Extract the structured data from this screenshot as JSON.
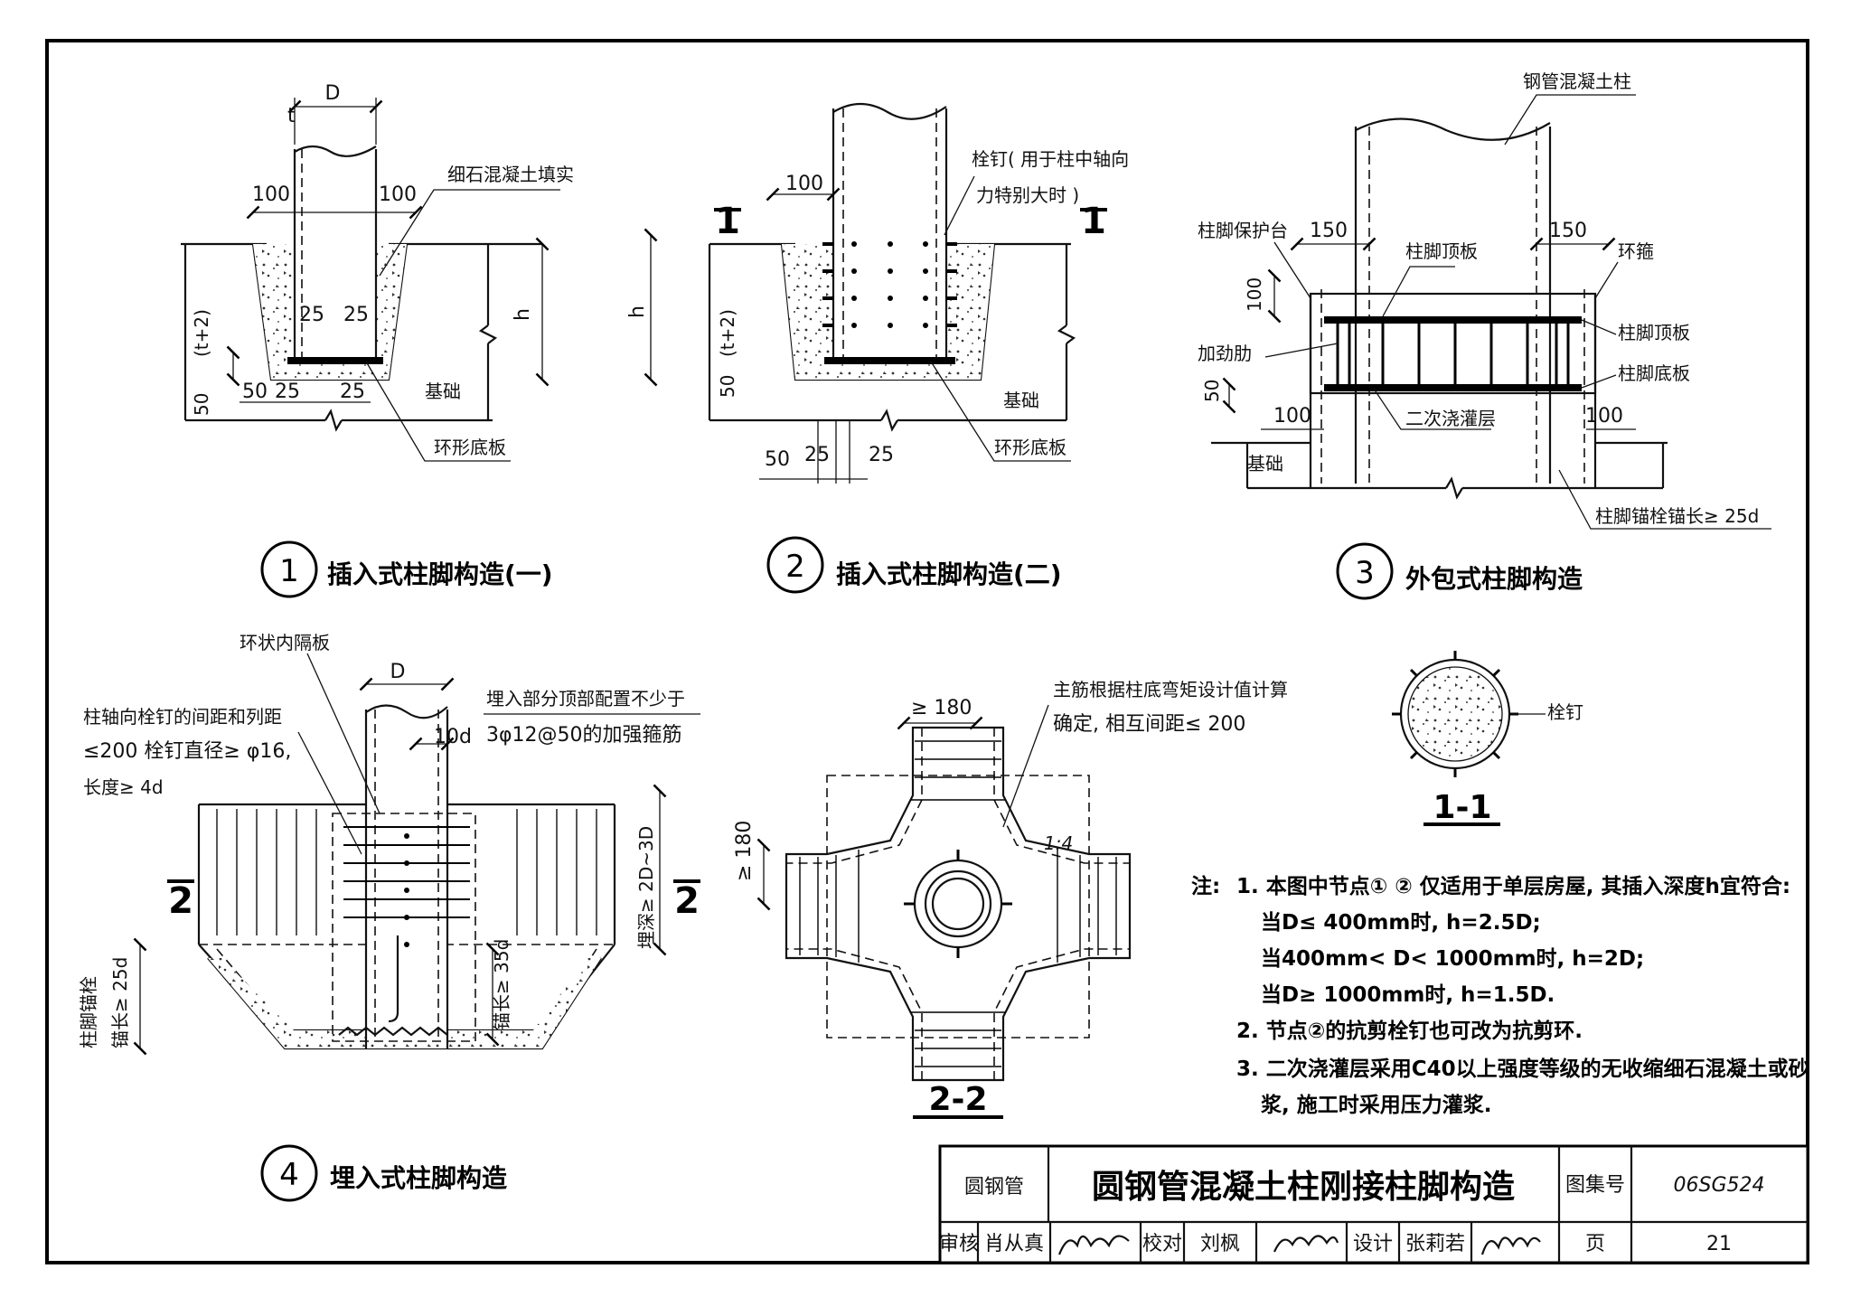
{
  "sheet": {
    "category": "圆钢管",
    "title": "圆钢管混凝土柱刚接柱脚构造",
    "atlas_label": "图集号",
    "atlas_no": "06SG524",
    "page_label": "页",
    "page_no": "21",
    "review_label": "审核",
    "review_name": "肖从真",
    "check_label": "校对",
    "check_name": "刘枫",
    "design_label": "设计",
    "design_name": "张莉若"
  },
  "detail1": {
    "num": "1",
    "title": "插入式柱脚构造(一)",
    "dim_D": "D",
    "dim_t": "t",
    "dim_100a": "100",
    "dim_100b": "100",
    "dim_25a": "25",
    "dim_25b": "25",
    "dim_t2": "(t+2)",
    "dim_50": "50",
    "dim_50b": "50",
    "dim_25c": "25",
    "dim_25d": "25",
    "dim_h": "h",
    "label_fill": "细石混凝土填实",
    "label_base": "基础",
    "label_plate": "环形底板"
  },
  "detail2": {
    "num": "2",
    "title": "插入式柱脚构造(二)",
    "dim_100": "100",
    "dim_h": "h",
    "dim_t2": "(t+2)",
    "dim_50": "50",
    "dim_50b": "50",
    "dim_25a": "25",
    "dim_25b": "25",
    "sec_mark": "1",
    "label_stud1": "栓钉( 用于柱中轴向",
    "label_stud2": "力特别大时 )",
    "label_base": "基础",
    "label_plate": "环形底板"
  },
  "detail3": {
    "num": "3",
    "title": "外包式柱脚构造",
    "label_column": "钢管混凝土柱",
    "label_protect": "柱脚保护台",
    "label_topplate": "柱脚顶板",
    "label_hoop": "环箍",
    "label_topplate2": "柱脚顶板",
    "label_bottomplate": "柱脚底板",
    "label_rib": "加劲肋",
    "label_grout": "二次浇灌层",
    "label_base": "基础",
    "label_anchor": "柱脚锚栓锚长≥ 25d",
    "dim_150a": "150",
    "dim_150b": "150",
    "dim_100v": "100",
    "dim_50": "50",
    "dim_100a": "100",
    "dim_100b": "100"
  },
  "section11": {
    "title": "1-1",
    "label_stud": "栓钉"
  },
  "detail4": {
    "num": "4",
    "title": "埋入式柱脚构造",
    "label_diaphragm": "环状内隔板",
    "label_spacing1": "柱轴向栓钉的间距和列距",
    "label_spacing2": "≤200 栓钉直径≥ φ16,",
    "label_spacing3": "长度≥ 4d",
    "label_top1": "埋入部分顶部配置不少于",
    "label_top2": "3φ12@50的加强箍筋",
    "dim_D": "D",
    "dim_10d": "10d",
    "dim_depth": "埋深≥ 2D~3D",
    "dim_anchor1": "柱脚锚栓",
    "dim_anchor2": "锚长≥ 25d",
    "dim_35d": "锚长≥ 35d",
    "sec_mark": "2"
  },
  "section22": {
    "title": "2-2",
    "label_main1": "主筋根据柱底弯矩设计值计算",
    "label_main2": "确定, 相互间距≤ 200",
    "dim_180a": "≥ 180",
    "dim_180b": "≥ 180",
    "slope": "1:4"
  },
  "notes": {
    "head": "注:",
    "n1": "1. 本图中节点① ② 仅适用于单层房屋, 其插入深度h宜符合:",
    "n1a": "当D≤ 400mm时, h=2.5D;",
    "n1b": "当400mm< D< 1000mm时, h=2D;",
    "n1c": "当D≥ 1000mm时, h=1.5D.",
    "n2": "2. 节点②的抗剪栓钉也可改为抗剪环.",
    "n3a": "3. 二次浇灌层采用C40以上强度等级的无收缩细石混凝土或砂",
    "n3b": "浆, 施工时采用压力灌浆."
  }
}
